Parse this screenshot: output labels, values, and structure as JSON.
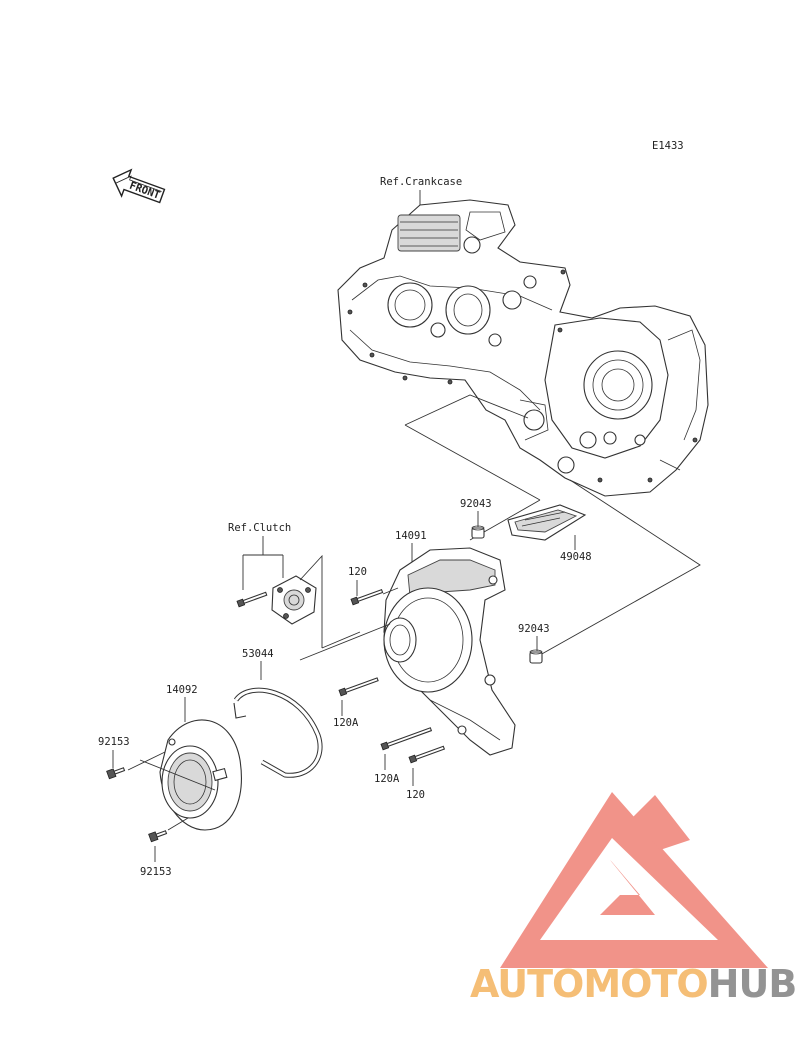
{
  "diagram": {
    "code": "E1433",
    "direction": "FRONT",
    "references": {
      "crankcase": "Ref.Crankcase",
      "clutch": "Ref.Clutch"
    },
    "parts": {
      "p92043a": "92043",
      "p14091": "14091",
      "p49048": "49048",
      "p120a": "120",
      "p92043b": "92043",
      "p53044": "53044",
      "p14092": "14092",
      "p120Aa": "120A",
      "p92153a": "92153",
      "p120Ab": "120A",
      "p120b": "120",
      "p92153b": "92153"
    }
  },
  "watermark": {
    "part1": "AUTOMOTO",
    "part2": "HUB",
    "color_primary": "#f08a80",
    "color_secondary": "#f5b96b",
    "color_dark": "#8a8a8a"
  }
}
